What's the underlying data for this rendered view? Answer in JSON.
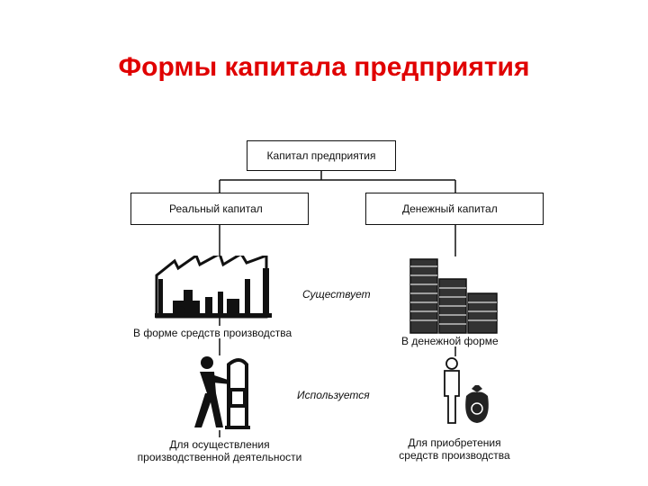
{
  "title": "Формы капитала предприятия",
  "boxes": {
    "root": "Капитал предприятия",
    "real": "Реальный капитал",
    "money": "Денежный капитал"
  },
  "relations": {
    "exists": "Существует",
    "used": "Используется"
  },
  "labels": {
    "production_means_form": "В форме средств производства",
    "money_form": "В денежной форме",
    "production_activity_line1": "Для осуществления",
    "production_activity_line2": "производственной деятельности",
    "acquisition_line1": "Для приобретения",
    "acquisition_line2": "средств производства"
  },
  "icons": [
    "factory-icon",
    "money-stacks-icon",
    "worker-machine-icon",
    "buyer-moneybag-icon"
  ]
}
